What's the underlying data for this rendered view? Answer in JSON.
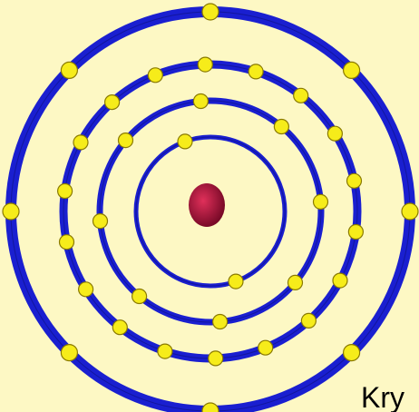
{
  "caption": "Kry",
  "colors": {
    "background": "#fdf8c4",
    "shell": "#1a1fd0",
    "shell_edge": "#0a0d6a",
    "electron": "#f6ec1a",
    "electron_edge": "#8a7a00",
    "nucleus": "#c0103a"
  },
  "icons": {
    "nucleus": "nucleus-icon",
    "electron": "electron-icon"
  },
  "shells": [
    {
      "name": "shell-1",
      "electrons": 2
    },
    {
      "name": "shell-2",
      "electrons": 8
    },
    {
      "name": "shell-3",
      "electrons": 18
    },
    {
      "name": "shell-4",
      "electrons": 8
    }
  ]
}
